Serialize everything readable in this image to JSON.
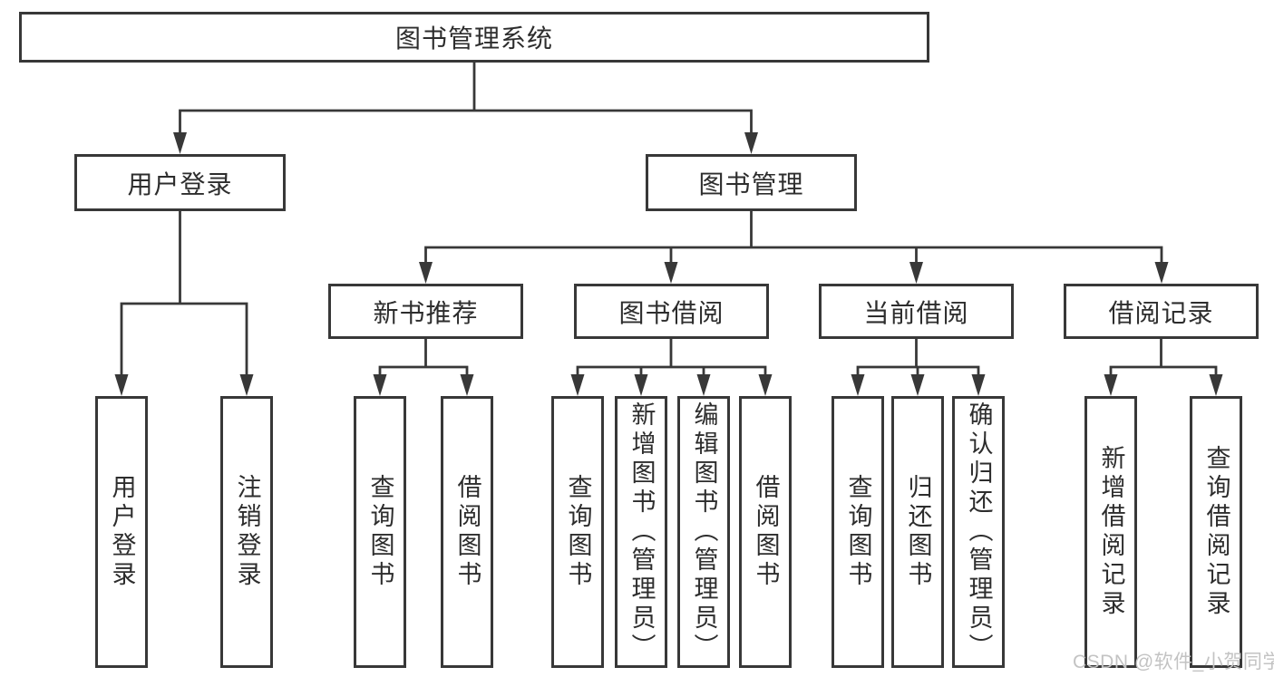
{
  "tree": {
    "root": {
      "label": "图书管理系统"
    },
    "branches": [
      {
        "label": "用户登录",
        "children": [
          {
            "label": "用户登录"
          },
          {
            "label": "注销登录"
          }
        ]
      },
      {
        "label": "图书管理",
        "children": [
          {
            "label": "新书推荐",
            "children": [
              {
                "label": "查询图书"
              },
              {
                "label": "借阅图书"
              }
            ]
          },
          {
            "label": "图书借阅",
            "children": [
              {
                "label": "查询图书"
              },
              {
                "label": "新增图书（管理员）"
              },
              {
                "label": "编辑图书（管理员）"
              },
              {
                "label": "借阅图书"
              }
            ]
          },
          {
            "label": "当前借阅",
            "children": [
              {
                "label": "查询图书"
              },
              {
                "label": "归还图书"
              },
              {
                "label": "确认归还（管理员）"
              }
            ]
          },
          {
            "label": "借阅记录",
            "children": [
              {
                "label": "新增借阅记录"
              },
              {
                "label": "查询借阅记录"
              }
            ]
          }
        ]
      }
    ]
  },
  "watermark": {
    "text": "CSDN @软件_小贺同学"
  },
  "colors": {
    "line": "#383838",
    "box_border": "#383838",
    "box_bg": "#ffffff",
    "text": "#2d2d2d",
    "watermark": "#c3c3c3",
    "background": "#ffffff"
  }
}
